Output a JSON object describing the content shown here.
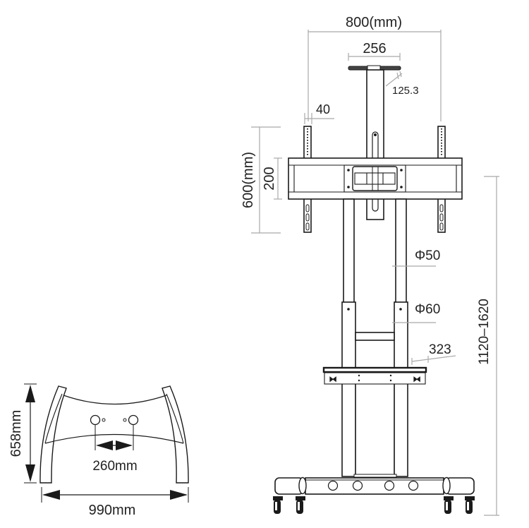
{
  "diagram": {
    "title": "Mobile TV stand dimension drawing",
    "colors": {
      "line": "#1a1a1a",
      "dimension_line": "#a9a9a9",
      "background": "#ffffff",
      "text": "#222222"
    },
    "front_view": {
      "labels": {
        "overall_width": "800(mm)",
        "top_plate_width": "256",
        "top_plate_depth": "125.3",
        "bracket_arm_width": "40",
        "bracket_height": "600(mm)",
        "crossbar_height": "200",
        "upper_pole_diameter": "Φ50",
        "lower_pole_diameter": "Φ60",
        "shelf_depth": "323",
        "total_height": "1120–1620"
      }
    },
    "base_view": {
      "labels": {
        "depth": "658mm",
        "pole_spacing": "260mm",
        "width": "990mm"
      }
    }
  }
}
